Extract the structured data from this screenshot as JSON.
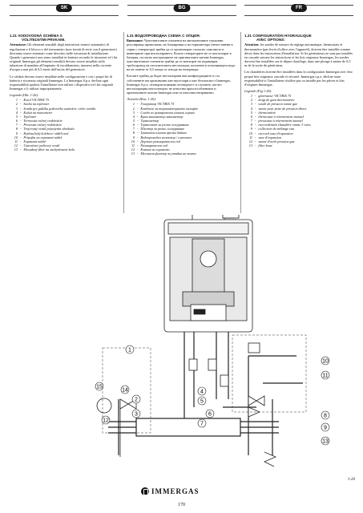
{
  "headers": {
    "sk": "SK",
    "bg": "BG",
    "fr": "FR"
  },
  "columns": {
    "sk": {
      "title_line1": "1.21 VODOVODNÁ SCHÉMA S",
      "title_line2": "VOLITEĽNÝMI PRVKAMI.",
      "att_label": "Attenzione:",
      "paragraph1": "Gli elementi sensibili degli interruttori termici automatici di regolazione e il blocco e del termometro (non forniti di serie con il generatore) dovranno essere sistemati come descritto nelle istruzioni di installazione. Quando i generatori non siano installati in batteria secondo le istruzioni ed i kit originali Immergas gli elementi sensibili devono essere installati sulla tubazione di mandata all'impianto di riscaldamento, immersi nella corrente d'acqua a non più di 0,5 metri dall'uscita del generatore.",
      "paragraph2": "Le caldaie devono essere installate nelle configurazioni e con i propri kit di batteria e sicurezza originali Immergas. La Immergas S.p.a. declina ogni responsabilità qualora l'installatore non utilizzi i dispositivi ed i kit originali Immergas o li utilizzi impropriamente.",
      "legend_title": "Legenda (Obr. 1-26):",
      "legend": [
        {
          "n": "1",
          "t": "Kotol VICTRIX 75"
        },
        {
          "n": "2",
          "t": "Sacha na teplomer"
        },
        {
          "n": "3",
          "t": "Sonda pre guličku pokrového uzatvára- cieho ventilu"
        },
        {
          "n": "4",
          "t": "Kohút na manometer"
        },
        {
          "n": "5",
          "t": "Teplomer"
        },
        {
          "n": "6",
          "t": "Termostat ručnej reaktivácie"
        },
        {
          "n": "7",
          "t": "Presostat ručnej reaktivácie"
        },
        {
          "n": "8",
          "t": "Trojcestný ventil pripojenia obtekača"
        },
        {
          "n": "9",
          "t": "Hydraulický kolektor/ oddeľovač"
        },
        {
          "n": "10",
          "t": "Prípojka na expanzné nádrž"
        },
        {
          "n": "11",
          "t": "Expanzná nádrž"
        },
        {
          "n": "12",
          "t": "Uzatvárací palivový ventil"
        },
        {
          "n": "13",
          "t": "Mosadzný filter na zachytávanie kalu"
        }
      ]
    },
    "bg": {
      "title_line1": "1.21 ВОДОПРОВОДНА СХЕМА С ОПЦИЯ.",
      "att_label": "Внимание:",
      "paragraph1": "Чувствителните елементи на автоматичните топлинни регулиращи прекъсвачи, на блокировка и на термометъра (непоставени в серия с генератора) трябва да се организират съгласно описаното в инвенциите при инсталирането. Когато генераторите не се инсталират в батерия, съгласно инструкциите на оригиналните китове Immergas, чувствителните елементи трябва да се монтират на подаващия тръбопровод на отоплителната инсталация, потопени в отопляващата вода на не повече от 0,5 метра от изхода на генератора.",
      "paragraph2": "Котлите трябва да бъдат инсталирани във конфигурациите и със собствените им оригинални кит-аксесоари и кит безопасност Immergas. Immergas S.p.a. отхвърля всякаква отговорност в случаите, когато инсталиращия инсталаторът не използва приспособленията и оригиналните китове Immergas или ги използва неправилно.",
      "legend_title": "Легенда (Фиг. 1-26):",
      "legend": [
        {
          "n": "1",
          "t": "Генератор VICTRIX 75"
        },
        {
          "n": "2",
          "t": "Кладенче за термометърното калъфче"
        },
        {
          "n": "3",
          "t": "Сонда за центровъчен клапан горивo"
        },
        {
          "n": "4",
          "t": "Кран манометър манометър"
        },
        {
          "n": "5",
          "t": "Термометър"
        },
        {
          "n": "6",
          "t": "Термостат за ръчно осигуряване"
        },
        {
          "n": "7",
          "t": "Шалтер за ръчно осигуряване"
        },
        {
          "n": "8",
          "t": "Трипътен клапан връзка байпас"
        },
        {
          "n": "9",
          "t": "Водопроводен колектор / смесител"
        },
        {
          "n": "10",
          "t": "Държач разширителен съд"
        },
        {
          "n": "11",
          "t": "Разширителен съд"
        },
        {
          "n": "12",
          "t": "Клапан за горивото"
        },
        {
          "n": "13",
          "t": "Месингов филтър за утайки на калта"
        }
      ]
    },
    "fr": {
      "title_line1": "1.21 CONFIGURATION HYDRAULIQUE",
      "title_line2": "AVEC OPTIONS:",
      "att_label": "Attention:",
      "paragraph1": "les sondes de mesure du réglage automatique, thermostats et thermomètre (pas livrés d'office avec l'appareil), doivent être installés comme décrit dans les instructions d'installation. Si les générateurs ne sont pas installés en cascade suivant les instructions et les kits originaux Immergas, les sondes doivent être installées sur le départ chauffage, dans une plonge à moins de 0,5 m de la sortie du générateur.",
      "paragraph2": "Les chaudières doivent être installées dans la configuration Immergas avec leur propre kits originaux cascade et sécurité. Immergas s.p.a. décline toute responsabilité si l'installateur n'utilise pas ou installe pas les pièces et kits d'origines Immergas.",
      "legend_title": "Légende (Fig 1-26):",
      "legend": [
        {
          "n": "1",
          "t": "générateur VICTRIX 75"
        },
        {
          "n": "2",
          "t": "doigt de gant thermomètre"
        },
        {
          "n": "3",
          "t": "sonde de pression vanne gaz"
        },
        {
          "n": "4",
          "t": "vanne pour prise de pression direct"
        },
        {
          "n": "5",
          "t": "thermomètre"
        },
        {
          "n": "6",
          "t": "thermostat à réarmement manuel"
        },
        {
          "n": "7",
          "t": "pressostat à réarmement manuel"
        },
        {
          "n": "8",
          "t": "raccordement chaudière vanne 3 voies"
        },
        {
          "n": "9",
          "t": "collecteur de mélange eau"
        },
        {
          "n": "10",
          "t": "raccord vase d'expansion"
        },
        {
          "n": "11",
          "t": "vase d'expansion"
        },
        {
          "n": "12",
          "t": "vanne d'arrêt pression gaz"
        },
        {
          "n": "13",
          "t": "filtre boue"
        }
      ]
    }
  },
  "diagram": {
    "callouts": [
      "1",
      "2",
      "3",
      "4",
      "5",
      "6",
      "7",
      "8",
      "9",
      "10",
      "11",
      "12",
      "13",
      "14",
      "15"
    ]
  },
  "figure_ref": "1-26",
  "logo_text": "IMMERGAS",
  "page_number": "170",
  "colors": {
    "header_badge": "#1a1a1a",
    "ink": "#111111"
  }
}
